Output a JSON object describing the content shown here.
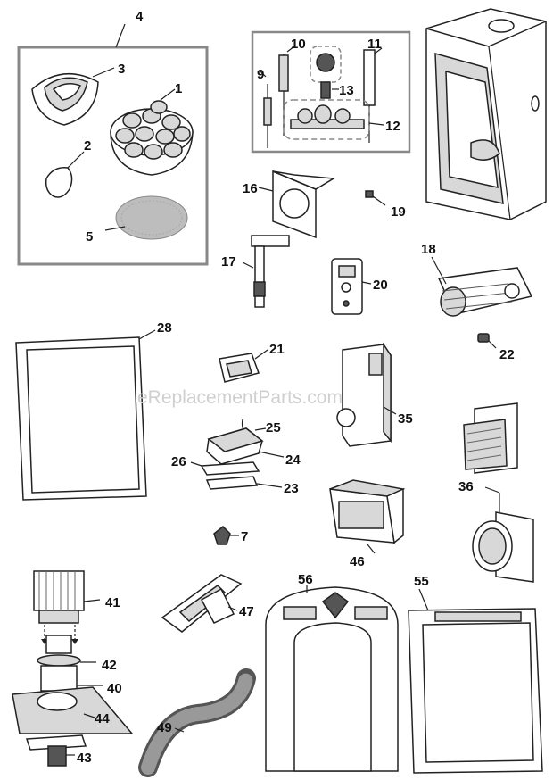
{
  "watermark": "eReplacementParts.com",
  "labels": {
    "l1": "1",
    "l2": "2",
    "l3": "3",
    "l4": "4",
    "l5": "5",
    "l7": "7",
    "l9": "9",
    "l10": "10",
    "l11": "11",
    "l12": "12",
    "l13": "13",
    "l16": "16",
    "l17": "17",
    "l18": "18",
    "l19": "19",
    "l20": "20",
    "l21": "21",
    "l22": "22",
    "l23": "23",
    "l24": "24",
    "l25": "25",
    "l26": "26",
    "l28": "28",
    "l35": "35",
    "l36": "36",
    "l40": "40",
    "l41": "41",
    "l42": "42",
    "l43": "43",
    "l44": "44",
    "l46": "46",
    "l47": "47",
    "l49": "49",
    "l55": "55",
    "l56": "56"
  }
}
